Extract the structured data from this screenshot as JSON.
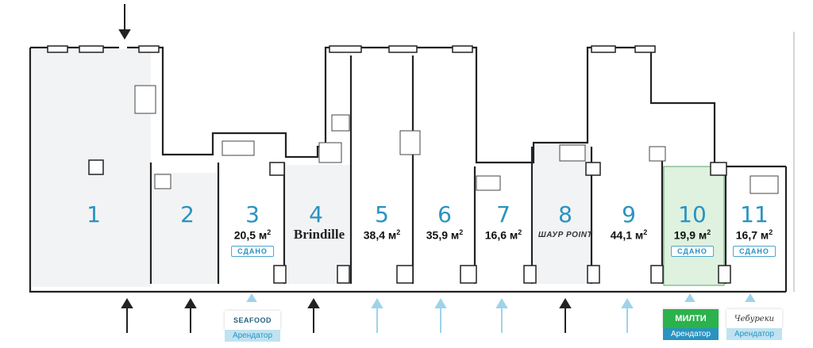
{
  "rooms": [
    {
      "num": "1",
      "area": "",
      "area_unit": "",
      "status": "",
      "brand": ""
    },
    {
      "num": "2",
      "area": "",
      "area_unit": "",
      "status": "",
      "brand": ""
    },
    {
      "num": "3",
      "area": "20,5 м",
      "area_unit": "2",
      "status": "СДАНО",
      "brand": ""
    },
    {
      "num": "4",
      "area": "",
      "area_unit": "",
      "status": "",
      "brand": "Brindille"
    },
    {
      "num": "5",
      "area": "38,4 м",
      "area_unit": "2",
      "status": "",
      "brand": ""
    },
    {
      "num": "6",
      "area": "35,9 м",
      "area_unit": "2",
      "status": "",
      "brand": ""
    },
    {
      "num": "7",
      "area": "16,6 м",
      "area_unit": "2",
      "status": "",
      "brand": ""
    },
    {
      "num": "8",
      "area": "",
      "area_unit": "",
      "status": "",
      "brand": "ШАУР POINT"
    },
    {
      "num": "9",
      "area": "44,1 м",
      "area_unit": "2",
      "status": "",
      "brand": ""
    },
    {
      "num": "10",
      "area": "19,9 м",
      "area_unit": "2",
      "status": "СДАНО",
      "brand": ""
    },
    {
      "num": "11",
      "area": "16,7 м",
      "area_unit": "2",
      "status": "СДАНО",
      "brand": ""
    }
  ],
  "tenants": [
    {
      "logo": "SEAFOOD",
      "caption": "Арендатор"
    },
    {
      "logo": "МИЛТИ",
      "caption": "Арендатор"
    },
    {
      "logo": "Чебуреки",
      "caption": "Арендатор"
    }
  ],
  "colors": {
    "accent": "#2a93c0",
    "leased_fill": "#dff1df",
    "leased_border": "#5aa56a",
    "wall": "#222222",
    "shade": "#f2f3f4"
  }
}
